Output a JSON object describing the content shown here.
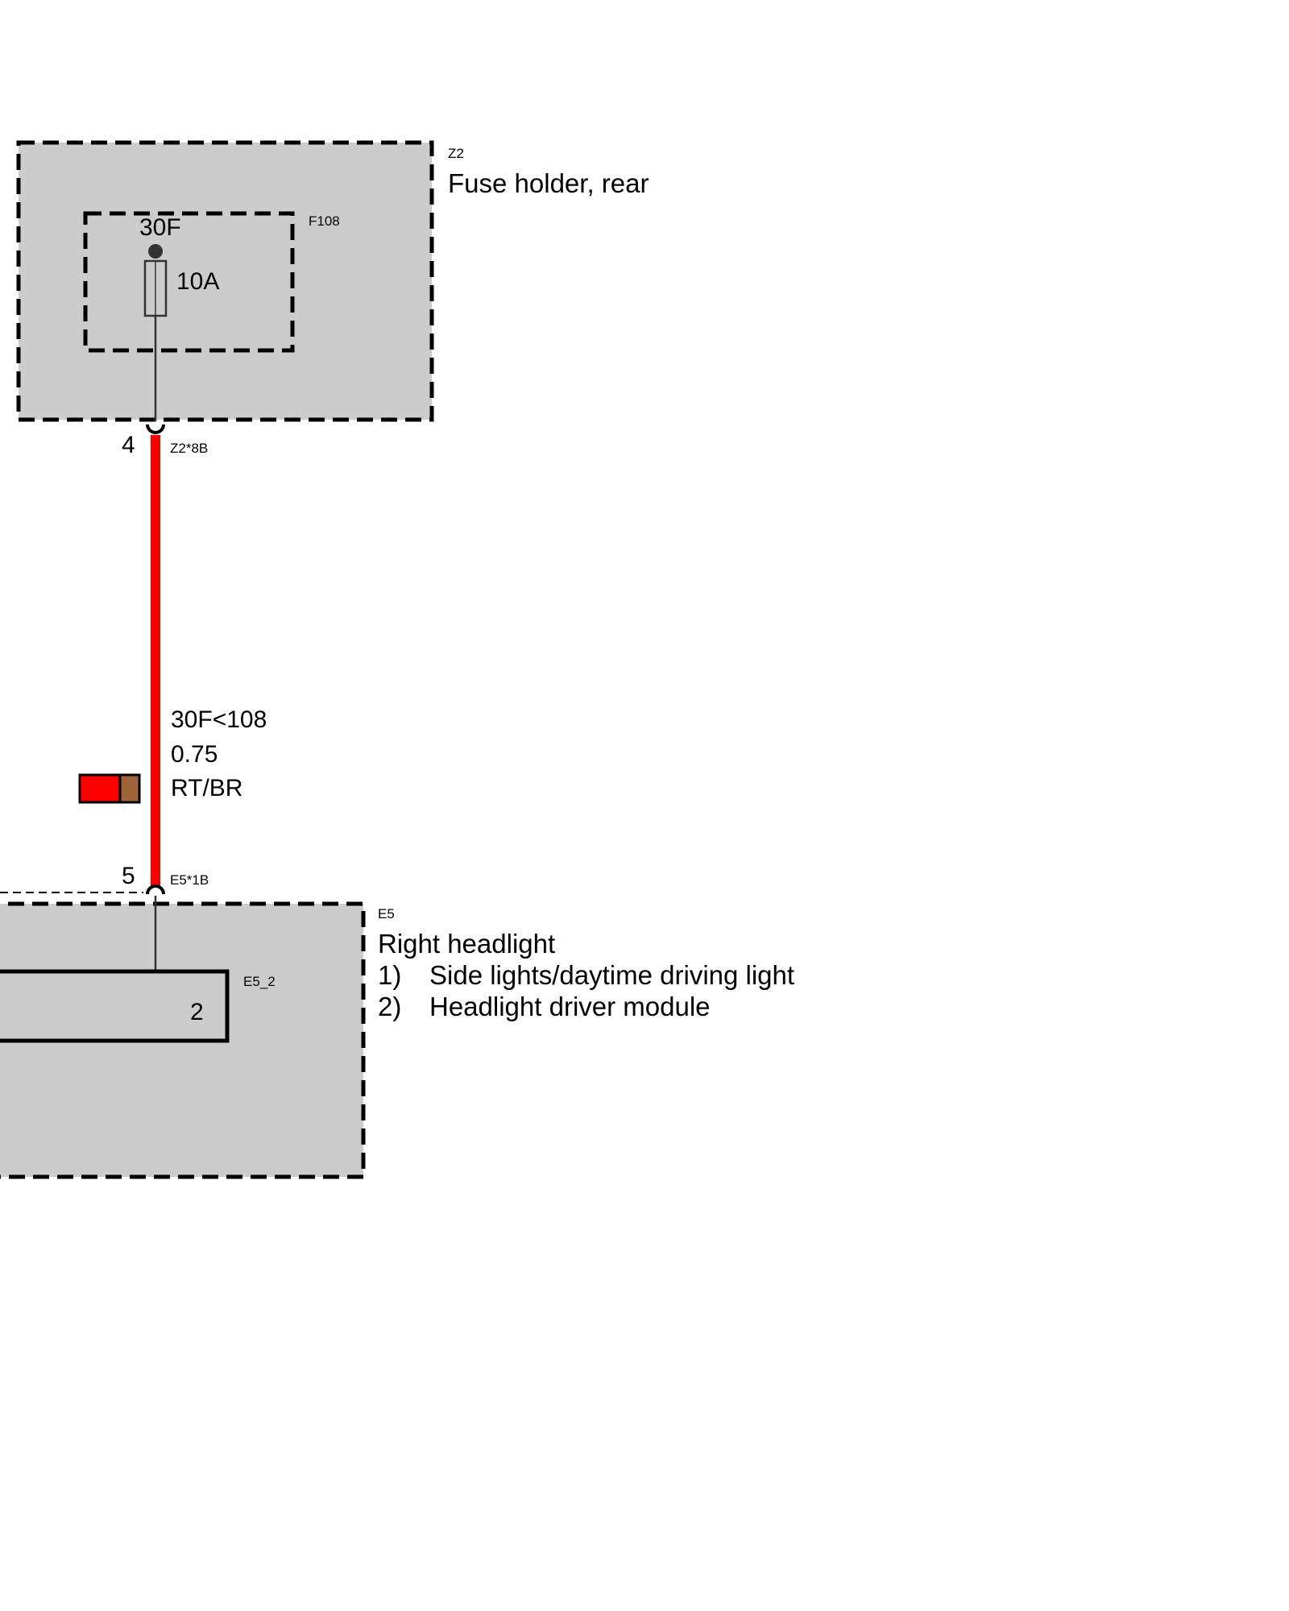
{
  "colors": {
    "module_fill": "#cccccc",
    "wire_red": "#ff0000",
    "wire_brown": "#a0643a",
    "outline": "#000000"
  },
  "fuse_holder": {
    "id": "Z2",
    "name": "Fuse holder, rear",
    "fuse": {
      "id": "F108",
      "terminal": "30F",
      "rating": "10A"
    },
    "connector": {
      "pin": "4",
      "id": "Z2*8B"
    }
  },
  "wire": {
    "signal": "30F<108",
    "cross_section": "0.75",
    "color_code": "RT/BR",
    "swatch_colors": [
      "red",
      "brown"
    ]
  },
  "headlight": {
    "id": "E5",
    "name": "Right headlight",
    "notes": [
      {
        "num": "1)",
        "text": "Side lights/daytime driving light"
      },
      {
        "num": "2)",
        "text": "Headlight driver module"
      }
    ],
    "connector": {
      "pin": "5",
      "id": "E5*1B"
    },
    "submodule": {
      "id": "E5_2",
      "label": "2"
    }
  }
}
